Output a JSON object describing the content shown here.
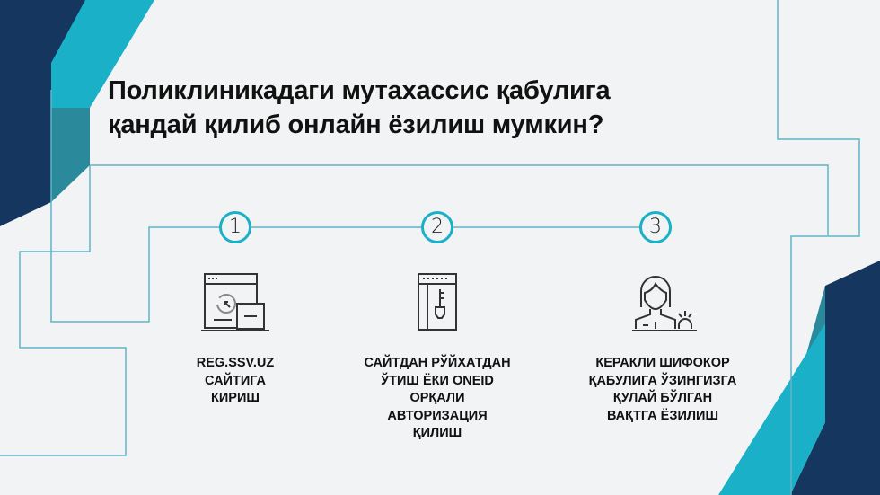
{
  "title": {
    "line1": "Поликлиникадаги мутахассис қабулига",
    "line2": "қандай қилиб онлайн ёзилиш мумкин?"
  },
  "colors": {
    "navy": "#14365f",
    "cyan": "#1ab0c8",
    "teal": "#2a8a9c",
    "background": "#f2f3f4"
  },
  "steps": [
    {
      "number": "1",
      "icon": "browser-cursor-icon",
      "lines": [
        "REG.SSV.UZ",
        "САЙТИГА",
        "КИРИШ"
      ]
    },
    {
      "number": "2",
      "icon": "key-door-icon",
      "lines": [
        "САЙТДАН РЎЙХАТДАН",
        "ЎТИШ ЁКИ ONEID",
        "ОРҚАЛИ",
        "АВТОРИЗАЦИЯ",
        "ҚИЛИШ"
      ]
    },
    {
      "number": "3",
      "icon": "receptionist-bell-icon",
      "lines": [
        "КЕРАКЛИ ШИФОКОР",
        "ҚАБУЛИГА ЎЗИНГИЗГА",
        "ҚУЛАЙ БЎЛГАН",
        "ВАҚТГА ЁЗИЛИШ"
      ]
    }
  ]
}
